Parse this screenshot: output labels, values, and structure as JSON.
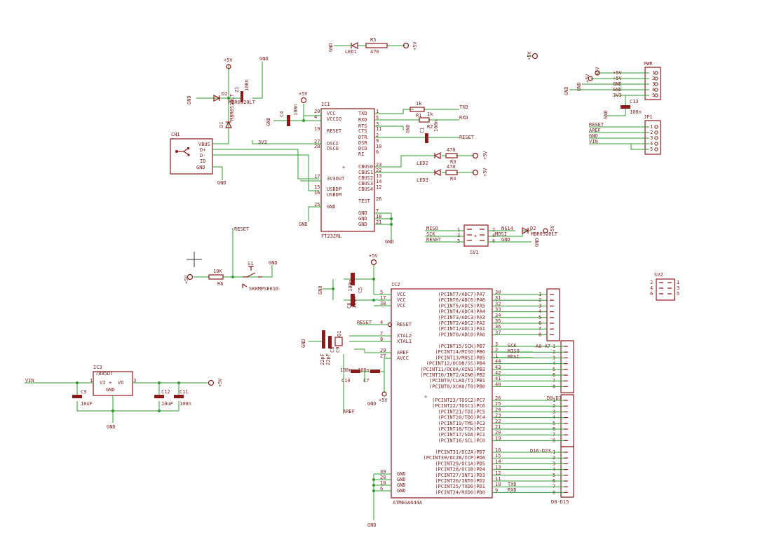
{
  "labels": {
    "gnd": "GND",
    "p5v": "+5V",
    "p5v_alt": "+5U",
    "p3v3": "3V3",
    "vin": "VIN",
    "reset": "RESET",
    "aref": "AREF",
    "txd": "TXD",
    "rxd": "RXD",
    "miso": "MISO",
    "mosi": "MOSI",
    "sck": "SCK"
  },
  "usb": {
    "name": "CN1",
    "pins": [
      "VBUS",
      "D+",
      "D-",
      "ID",
      "GND"
    ]
  },
  "diodes": {
    "d1": "D1",
    "d1_val": "MBR0520LT",
    "d2": "D2",
    "d2_val": "MBR0520LT",
    "z": "Z1",
    "z_val": "100n",
    "d2_net": "N$14"
  },
  "led1": {
    "name": "LED1",
    "res": "R5",
    "res_val": "470"
  },
  "ft232": {
    "name": "IC1",
    "part": "FT232RL",
    "left_pins": [
      {
        "num": "20",
        "name": "VCC"
      },
      {
        "num": "4",
        "name": "VCCIO"
      },
      {
        "num": "19",
        "name": "RESET"
      },
      {
        "num": "27",
        "name": "OSCI"
      },
      {
        "num": "28",
        "name": "OSCO"
      },
      {
        "num": "17",
        "name": "3V3OUT"
      },
      {
        "num": "15",
        "name": "USBDP"
      },
      {
        "num": "16",
        "name": "USBDM"
      },
      {
        "num": "25",
        "name": "GND"
      }
    ],
    "right_pins": [
      {
        "num": "1",
        "name": "TXD"
      },
      {
        "num": "5",
        "name": "RXD"
      },
      {
        "num": "3",
        "name": "RTS"
      },
      {
        "num": "11",
        "name": "CTS"
      },
      {
        "num": "2",
        "name": "DTR"
      },
      {
        "num": "9",
        "name": "DSR"
      },
      {
        "num": "10",
        "name": "DCD"
      },
      {
        "num": "6",
        "name": "RI"
      },
      {
        "num": "23",
        "name": "CBUS0"
      },
      {
        "num": "22",
        "name": "CBUS1"
      },
      {
        "num": "13",
        "name": "CBUS2"
      },
      {
        "num": "14",
        "name": "CBUS3"
      },
      {
        "num": "12",
        "name": "CBUS4"
      },
      {
        "num": "26",
        "name": "TEST"
      },
      {
        "num": "7",
        "name": "GND"
      },
      {
        "num": "18",
        "name": "GND"
      },
      {
        "num": "21",
        "name": "GND"
      }
    ]
  },
  "ft_parts": {
    "c4": "C4",
    "c4_val": "100n",
    "c1": "C1",
    "c1_val": "100n",
    "r1": "R1",
    "r1_val": "1k",
    "r2": "R2",
    "r2_val": "1k",
    "r3": "R3",
    "r3_val": "470",
    "r4": "R4",
    "r4_val": "470",
    "led2": "LED2",
    "led3": "LED3"
  },
  "pwr": {
    "name": "PWR",
    "pins": [
      "1",
      "2",
      "3",
      "4",
      "5"
    ],
    "nets": [
      "+5V",
      "+5V",
      "GND",
      "GND",
      "3V3"
    ],
    "c13": "C13",
    "c13_val": "100n",
    "jp1": "JP1",
    "jp_nets": [
      "RESET",
      "AREF",
      "GND",
      "VIN"
    ],
    "jp_pins": [
      "1",
      "2",
      "3",
      "4",
      "5"
    ]
  },
  "sv1": {
    "name": "SV1",
    "pins": [
      "1",
      "2",
      "3",
      "4",
      "5",
      "6"
    ],
    "left_nets": [
      "MISO",
      "SCK",
      "RESET"
    ],
    "right_nets": [
      "MOSI",
      "GND"
    ]
  },
  "sv2": {
    "name": "SV2",
    "pins": [
      "1",
      "2",
      "3",
      "4",
      "5",
      "6"
    ]
  },
  "reset_ckt": {
    "r6": "R6",
    "r6_val": "10K",
    "s1": "S1",
    "s1_part": "SKHMPSE010"
  },
  "mcu": {
    "name": "IC2",
    "part": "ATMEGA644A",
    "left_pins": [
      {
        "num": "5",
        "name": "VCC"
      },
      {
        "num": "17",
        "name": "VCC"
      },
      {
        "num": "38",
        "name": "VCC"
      },
      {
        "num": "4",
        "name": "RESET"
      },
      {
        "num": "7",
        "name": "XTAL2"
      },
      {
        "num": "8",
        "name": "XTAL1"
      },
      {
        "num": "29",
        "name": "AREF"
      },
      {
        "num": "27",
        "name": "AVCC"
      },
      {
        "num": "39",
        "name": "GND"
      },
      {
        "num": "28",
        "name": "GND"
      },
      {
        "num": "18",
        "name": "GND"
      },
      {
        "num": "6",
        "name": "GND"
      }
    ],
    "pa": [
      {
        "num": "30",
        "name": "(PCINT7/ADC7)PA7"
      },
      {
        "num": "31",
        "name": "(PCINT6/ADC6)PA6"
      },
      {
        "num": "32",
        "name": "(PCINT5/ADC5)PA5"
      },
      {
        "num": "33",
        "name": "(PCINT4/ADC4)PA4"
      },
      {
        "num": "34",
        "name": "(PCINT3/ADC3)PA3"
      },
      {
        "num": "35",
        "name": "(PCINT2/ADC2)PA2"
      },
      {
        "num": "36",
        "name": "(PCINT1/ADC1)PA1"
      },
      {
        "num": "37",
        "name": "(PCINT0/ADC0)PA0"
      }
    ],
    "pb": [
      {
        "num": "3",
        "name": "(PCINT15/SCK)PB7"
      },
      {
        "num": "2",
        "name": "(PCINT14/MISO)PB6"
      },
      {
        "num": "1",
        "name": "(PCINT13/MOSI)PB5"
      },
      {
        "num": "44",
        "name": "(PCINT12/OC0B/SS)PB4"
      },
      {
        "num": "43",
        "name": "(PCINT11/OC0A/AIN1)PB3"
      },
      {
        "num": "42",
        "name": "(PCINT10/INT2/AIN0)PB2"
      },
      {
        "num": "41",
        "name": "(PCINT9/CLKO/T1)PB1"
      },
      {
        "num": "40",
        "name": "(PCINT8/XCK0/T0)PB0"
      }
    ],
    "pc": [
      {
        "num": "26",
        "name": "(PCINT23/TOSC2)PC7"
      },
      {
        "num": "25",
        "name": "(PCINT22/TOSC1)PC6"
      },
      {
        "num": "24",
        "name": "(PCINT21/TDI)PC5"
      },
      {
        "num": "23",
        "name": "(PCINT20/TDO)PC4"
      },
      {
        "num": "22",
        "name": "(PCINT19/TMS)PC3"
      },
      {
        "num": "21",
        "name": "(PCINT18/TCK)PC2"
      },
      {
        "num": "20",
        "name": "(PCINT17/SDA)PC1"
      },
      {
        "num": "19",
        "name": "(PCINT16/SCL)PC0"
      }
    ],
    "pd": [
      {
        "num": "16",
        "name": "(PCINT31/OC2A)PD7"
      },
      {
        "num": "15",
        "name": "(PCINT30/OC2B/ICP)PD6"
      },
      {
        "num": "14",
        "name": "(PCINT29/OC1A)PD5"
      },
      {
        "num": "13",
        "name": "(PCINT28/OC1B)PD4"
      },
      {
        "num": "12",
        "name": "(PCINT27/INT1)PD3"
      },
      {
        "num": "11",
        "name": "(PCINT26/INT0)PD2"
      },
      {
        "num": "10",
        "name": "(PCINT25/TXD0)PD1"
      },
      {
        "num": "9",
        "name": "(PCINT24/RXD0)PD0"
      }
    ]
  },
  "headers": {
    "a0": "A0-A7",
    "d0": "D0-D7",
    "d16": "D16-D23",
    "d8": "D8-D15",
    "pins8": [
      "1",
      "2",
      "3",
      "4",
      "5",
      "6",
      "7",
      "8"
    ]
  },
  "mcu_parts": {
    "c5": "C5",
    "c6": "C6",
    "c5_val": "100n",
    "c6_val": "100n",
    "c8": "C8",
    "c9": "C9",
    "c8_val": "22pF",
    "c9_val": "22pF",
    "q1": "Q1",
    "c10": "C10",
    "c10_val": "100n",
    "c7": "C7",
    "c7_val": "100n"
  },
  "reg": {
    "name": "IC3",
    "part": "7805DT",
    "vi": "VI",
    "vo": "VO",
    "gnd": "GND",
    "pin1": "1",
    "pin3": "3",
    "c3": "C3",
    "c3_val": "10uF",
    "c12": "C12",
    "c12_val": "10uF",
    "c11": "C11",
    "c11_val": "100n"
  }
}
